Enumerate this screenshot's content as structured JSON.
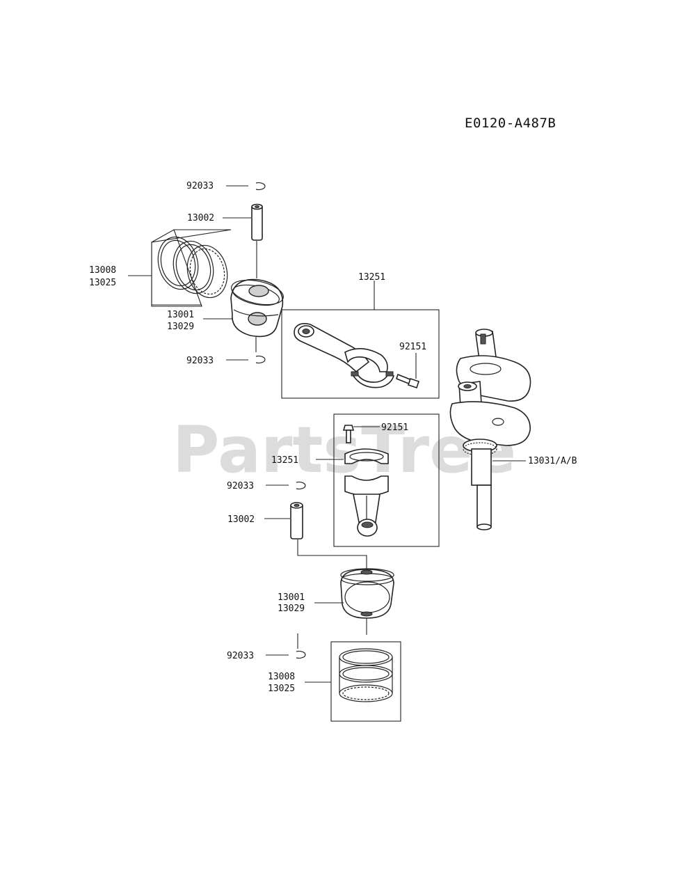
{
  "diagram_code": "E0120-A487B",
  "watermark": "PartsTree",
  "callouts": {
    "snap_ring_top": "92033",
    "pin_top": "13002",
    "rings_top_a": "13008",
    "rings_top_b": "13025",
    "piston_top_a": "13001",
    "piston_top_b": "13029",
    "snap_ring_top_lower": "92033",
    "rod_top": "13251",
    "bolt_top": "92151",
    "bolt_bottom": "92151",
    "rod_bottom": "13251",
    "crankshaft": "13031/A/B",
    "snap_ring_bottom_upper": "92033",
    "pin_bottom": "13002",
    "piston_bottom_a": "13001",
    "piston_bottom_b": "13029",
    "snap_ring_bottom_lower": "92033",
    "rings_bottom_a": "13008",
    "rings_bottom_b": "13025"
  }
}
